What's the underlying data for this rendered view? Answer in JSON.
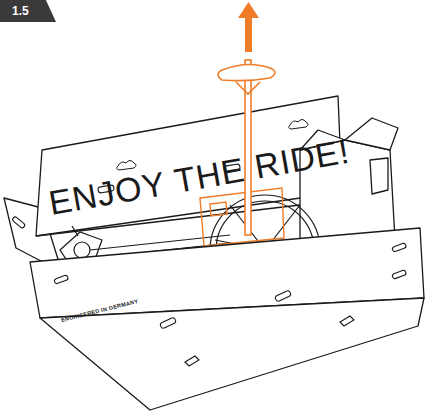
{
  "diagram": {
    "nodes": [
      {
        "text": [
          "1.5"
        ]
      }
    ],
    "labels": [
      "ENJOY THE RIDE!",
      "ENGINEERED IN GERMANY"
    ]
  }
}
